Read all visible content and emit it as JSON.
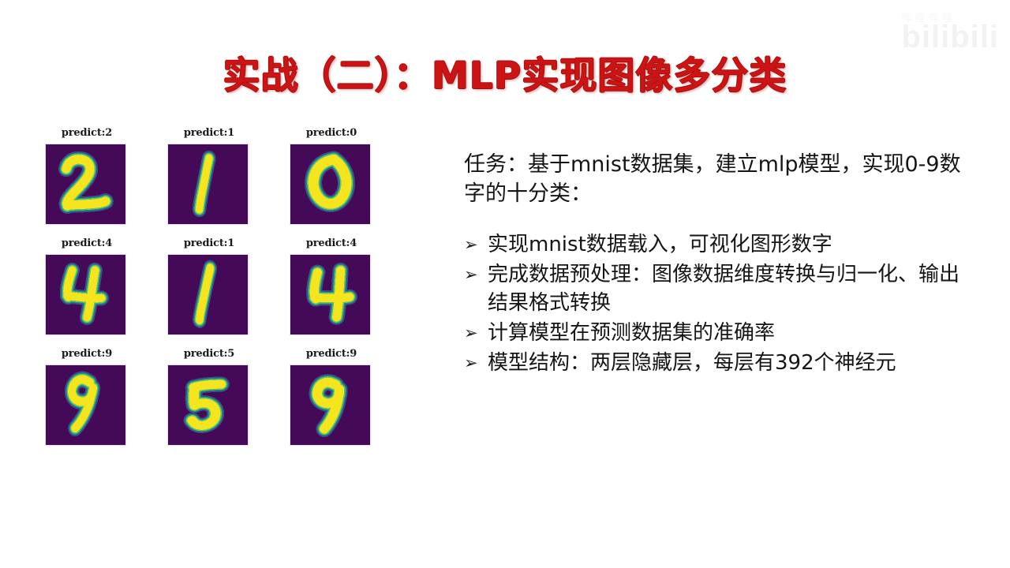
{
  "slide": {
    "title": "实战（二）：MLP实现图像多分类",
    "title_color": "#cc1414",
    "background_color": "#ffffff",
    "watermark_main": "bilibili",
    "watermark_sub": "哔哩哔哩"
  },
  "figure": {
    "colormap": "viridis",
    "background_color": "#450a57",
    "stroke_color": "#f5e41e",
    "mid_color": "#1f9e89",
    "cells": [
      {
        "label": "predict:2",
        "digit": "2"
      },
      {
        "label": "predict:1",
        "digit": "1"
      },
      {
        "label": "predict:0",
        "digit": "0"
      },
      {
        "label": "predict:4",
        "digit": "4"
      },
      {
        "label": "predict:1",
        "digit": "1"
      },
      {
        "label": "predict:4",
        "digit": "4"
      },
      {
        "label": "predict:9",
        "digit": "9"
      },
      {
        "label": "predict:5",
        "digit": "5"
      },
      {
        "label": "predict:9",
        "digit": "9"
      }
    ]
  },
  "content": {
    "task_text": "任务：基于mnist数据集，建立mlp模型，实现0-9数字的十分类：",
    "bullet_icon": "➢",
    "bullets": [
      "实现mnist数据载入，可视化图形数字",
      "完成数据预处理：图像数据维度转换与归一化、输出结果格式转换",
      "计算模型在预测数据集的准确率",
      "模型结构：两层隐藏层，每层有392个神经元"
    ]
  }
}
